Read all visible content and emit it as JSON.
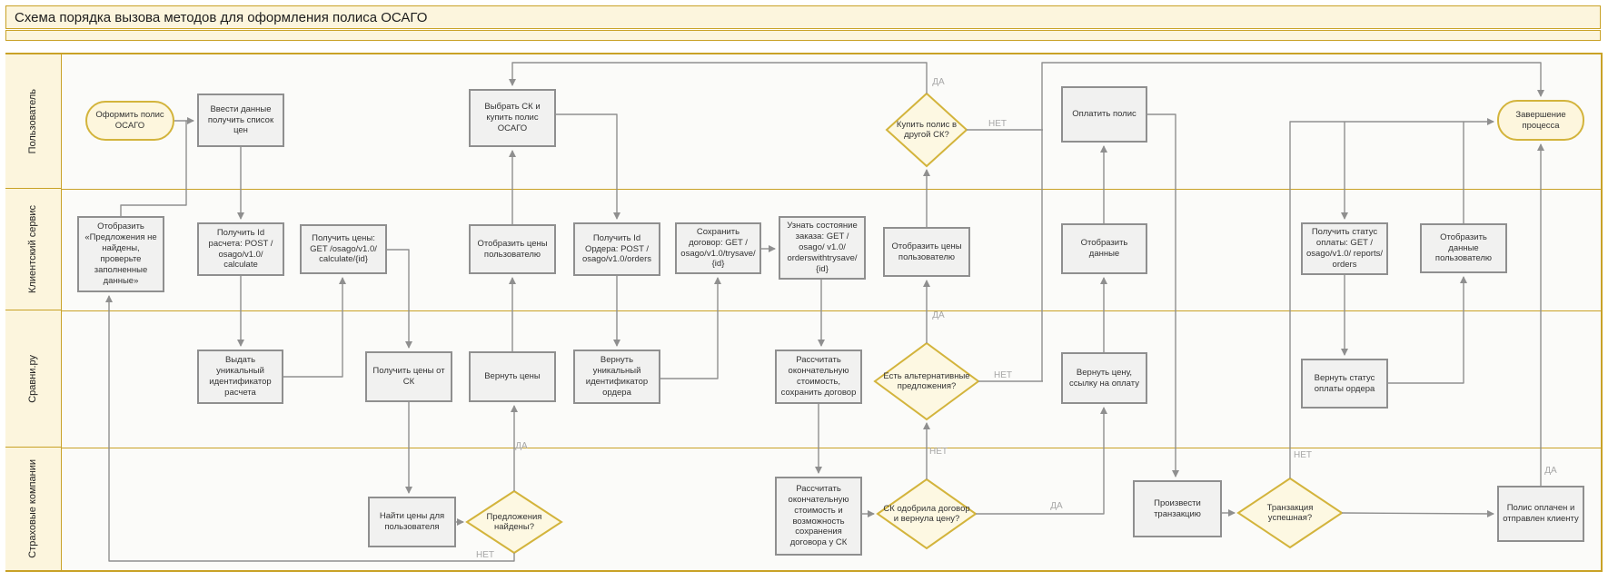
{
  "title": "Схема порядка вызова методов для оформления полиса ОСАГО",
  "lanes": [
    {
      "label": "Пользователь"
    },
    {
      "label": "Клиентский сервис"
    },
    {
      "label": "Сравни.ру"
    },
    {
      "label": "Страховые компании"
    }
  ],
  "labels": {
    "yes": "ДА",
    "no": "НЕТ"
  },
  "colors": {
    "frame": "#c9a227",
    "lane_bg": "#fcf5dd",
    "process_fill": "#f1f1f0",
    "process_border": "#8f8f8f",
    "decision_fill": "#fdf8e2",
    "decision_border": "#d3b43c",
    "wire": "#8f8f8f",
    "wire_label": "#a6a6a6"
  },
  "nodes": {
    "start": {
      "text": "Оформить полис ОСАГО"
    },
    "enter_data": {
      "text": "Ввести данные получить список цен"
    },
    "choose_sk": {
      "text": "Выбрать СК и купить полис ОСАГО"
    },
    "buy_other": {
      "text": "Купить полис в другой СК?"
    },
    "pay_policy": {
      "text": "Оплатить полис"
    },
    "finish": {
      "text": "Завершение процесса"
    },
    "show_not_found": {
      "text": "Отобразить «Предложения не найдены, проверьте заполненные данные»"
    },
    "get_calc_id": {
      "text": "Получить Id расчета: POST / osago/v1.0/ calculate"
    },
    "get_prices": {
      "text": "Получить цены: GET /osago/v1.0/ calculate/{id}"
    },
    "show_prices_1": {
      "text": "Отобразить цены пользователю"
    },
    "get_order_id": {
      "text": "Получить Id Ордера: POST / osago/v1.0/orders"
    },
    "save_contract": {
      "text": "Сохранить договор: GET / osago/v1.0/trysave/ {id}"
    },
    "order_state": {
      "text": "Узнать состояние заказа: GET / osago/ v1.0/ orderswithtrysave/ {id}"
    },
    "show_prices_2": {
      "text": "Отобразить цены пользователю"
    },
    "show_data": {
      "text": "Отобразить данные"
    },
    "payment_status": {
      "text": "Получить статус оплаты: GET / osago/v1.0/ reports/ orders"
    },
    "show_data_user": {
      "text": "Отобразить данные пользователю"
    },
    "issue_calc_id": {
      "text": "Выдать уникальный идентификатор расчета"
    },
    "prices_from_sk": {
      "text": "Получить цены от СК"
    },
    "return_prices": {
      "text": "Вернуть цены"
    },
    "return_order_id": {
      "text": "Вернуть уникальный идентификатор ордера"
    },
    "calc_final_save": {
      "text": "Рассчитать окончательную стоимость, сохранить договор"
    },
    "alt_offers": {
      "text": "Есть альтернативные предложения?"
    },
    "return_price_link": {
      "text": "Вернуть цену, ссылку на оплату"
    },
    "return_payment_status": {
      "text": "Вернуть статус оплаты ордера"
    },
    "find_prices": {
      "text": "Найти цены для пользователя"
    },
    "offers_found": {
      "text": "Предложения найдены?"
    },
    "calc_final_sk": {
      "text": "Рассчитать окончательную стоимость и возможность сохранения договора у СК"
    },
    "sk_approved": {
      "text": "СК одобрила договор и вернула цену?"
    },
    "do_transaction": {
      "text": "Произвести транзакцию"
    },
    "tx_success": {
      "text": "Транзакция успешная?"
    },
    "policy_paid": {
      "text": "Полис оплачен и отправлен клиенту"
    }
  }
}
